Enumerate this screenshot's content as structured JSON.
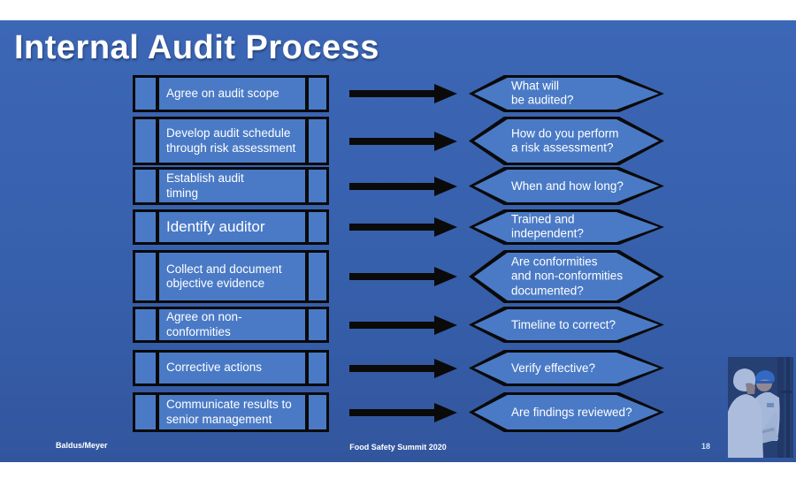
{
  "slide": {
    "title": "Internal Audit Process",
    "rows": [
      {
        "step": "Agree on audit scope",
        "question": "What will\nbe audited?",
        "large_text": false
      },
      {
        "step": "Develop audit schedule\nthrough risk assessment",
        "question": "How do you perform\na risk assessment?",
        "large_text": false
      },
      {
        "step": "Establish audit\ntiming",
        "question": "When and how long?",
        "large_text": false
      },
      {
        "step": "Identify auditor",
        "question": "Trained and\nindependent?",
        "large_text": true
      },
      {
        "step": "Collect and document\nobjective evidence",
        "question": "Are conformities\nand non-conformities\ndocumented?",
        "large_text": false
      },
      {
        "step": "Agree on non-conformities",
        "question": "Timeline to correct?",
        "large_text": false
      },
      {
        "step": "Corrective actions",
        "question": "Verify effective?",
        "large_text": false
      },
      {
        "step": "Communicate results to\nsenior management",
        "question": "Are findings reviewed?",
        "large_text": false
      }
    ],
    "footer": {
      "author": "Baldus/Meyer",
      "event": "Food Safety Summit 2020",
      "page_number": "18"
    },
    "photo_alt": "two workers in protective clothing reviewing a clipboard",
    "colors": {
      "background_top": "#3C67B6",
      "background_bottom": "#32569E",
      "shape_fill": "#4A7AC6",
      "shape_border": "#0A0A0A",
      "text": "#FFFFFF"
    }
  }
}
